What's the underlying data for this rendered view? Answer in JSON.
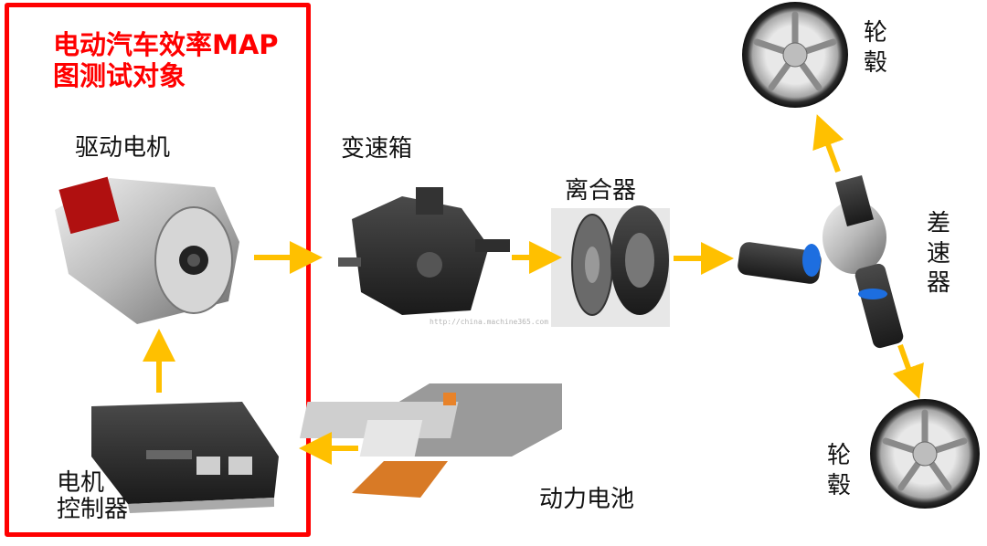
{
  "frame_title": [
    "电动汽车效率MAP",
    "图测试对象"
  ],
  "components": {
    "drive_motor": "驱动电机",
    "gearbox": "变速箱",
    "clutch": "离合器",
    "differential": "差速器",
    "wheel_top": "轮毂",
    "wheel_bottom": "轮毂",
    "motor_controller": [
      "电机",
      "控制器"
    ],
    "power_battery": "动力电池"
  },
  "watermark": "http://china.machine365.com",
  "colors": {
    "frame": "#ff0000",
    "arrow": "#ffc000"
  }
}
